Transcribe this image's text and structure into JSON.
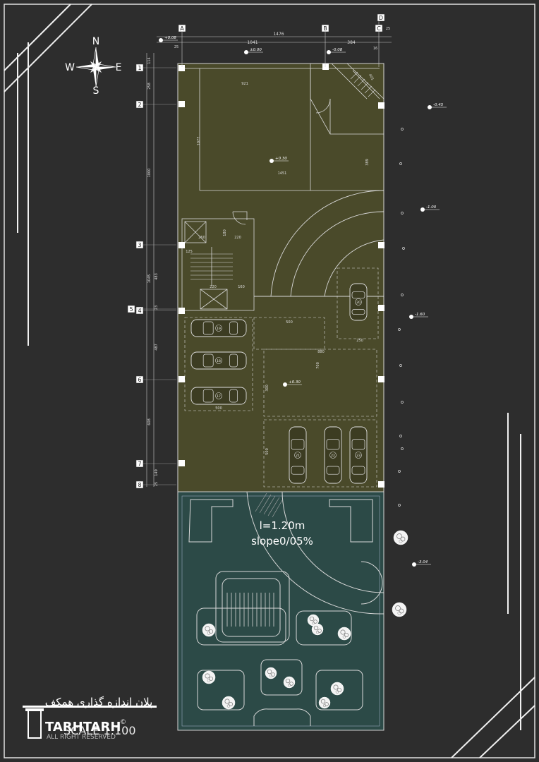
{
  "compass": {
    "n": "N",
    "s": "S",
    "e": "E",
    "w": "W"
  },
  "grid_top": [
    "A",
    "B",
    "C",
    "D"
  ],
  "grid_left": [
    "1",
    "2",
    "3",
    "4",
    "5",
    "6",
    "7",
    "8"
  ],
  "dims_top": [
    "1476",
    "1041",
    "384",
    "25",
    "16",
    "25"
  ],
  "dims_left": [
    "114",
    "258",
    "1000",
    "1045",
    "483",
    "23",
    "487",
    "608",
    "149",
    "25"
  ],
  "dims_inner": [
    "921",
    "1077",
    "1451",
    "389",
    "401",
    "500",
    "500",
    "700",
    "880",
    "300",
    "500",
    "250",
    "260",
    "220",
    "160",
    "125",
    "180",
    "220"
  ],
  "levels": {
    "top_left": "+0.08",
    "top_mid": "±0.00",
    "top_right": "-0.08",
    "east1": "-0.45",
    "inner1": "+0.30",
    "east2": "-1.00",
    "east3": "-1.60",
    "inner2": "+0.30",
    "east4": "-3.04"
  },
  "car_numbers": [
    "20",
    "19",
    "18",
    "17",
    "21",
    "22",
    "23"
  ],
  "ramp": {
    "line1": "l=1.20m",
    "line2": "slope0/05%"
  },
  "title_fa": "پلان اندازه گذاری همکف",
  "scale": "SCALE 1:100",
  "logo": {
    "name": "TARHTARH",
    "copyright": "©",
    "tagline": "ALL RIGHT RESERVED"
  },
  "colors": {
    "background": "#2d2d2d",
    "parking": "#4a4a2a",
    "yard": "#2c4a47",
    "lines": "#d8d8d8"
  }
}
